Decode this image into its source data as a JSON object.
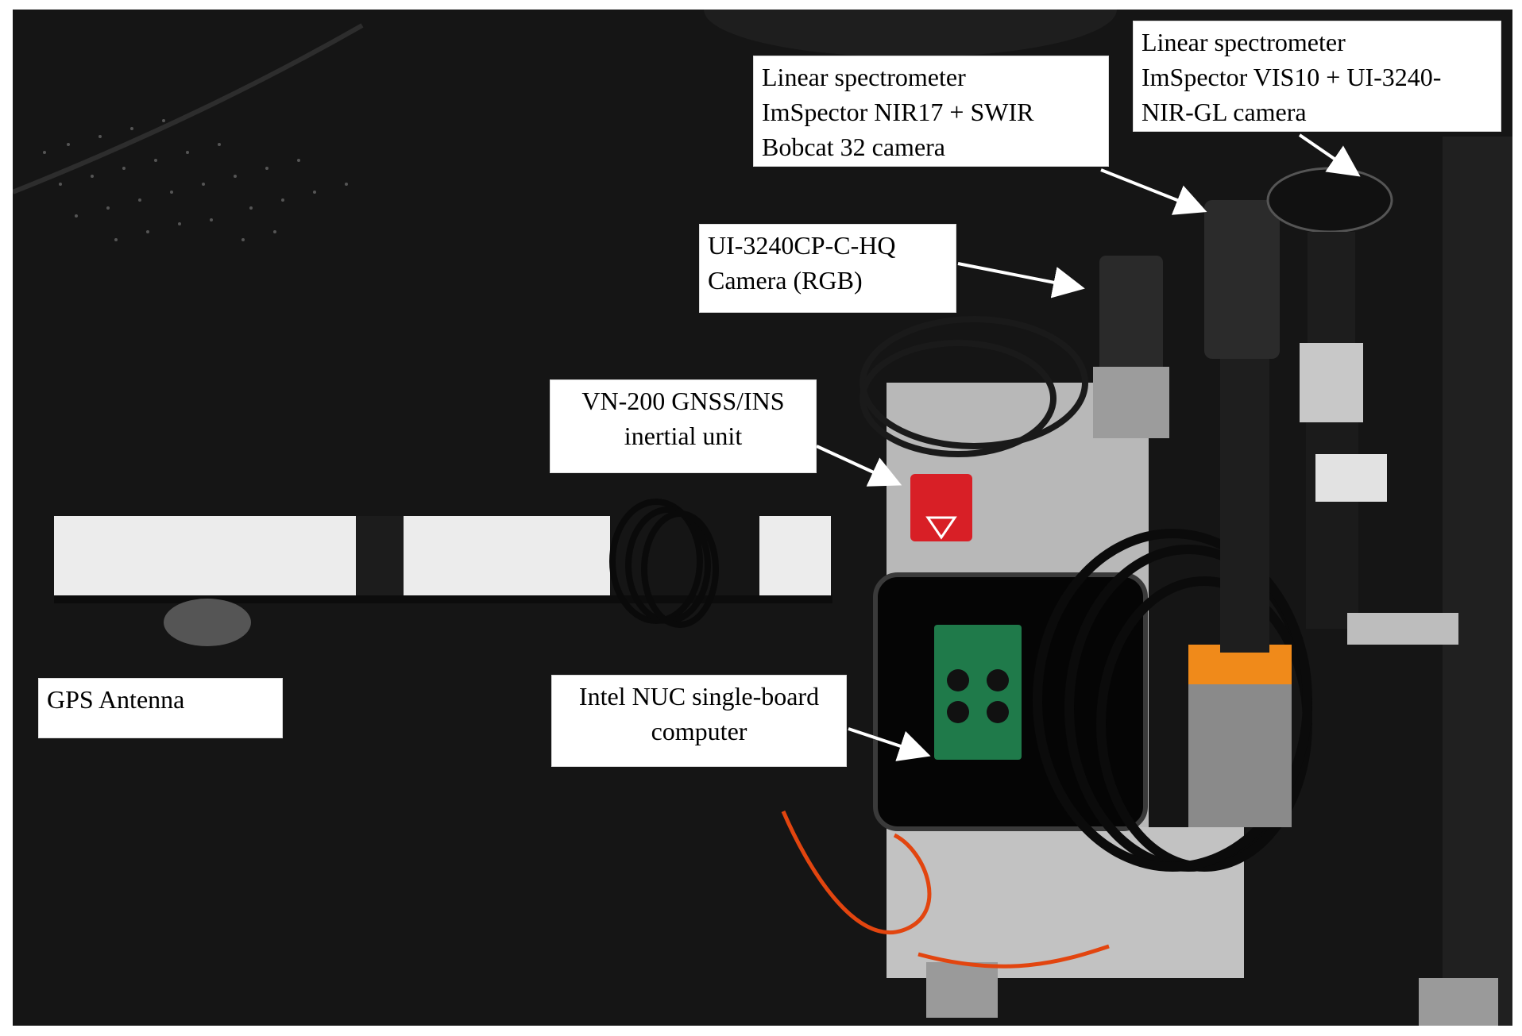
{
  "figure": {
    "description_colors": {
      "background": "#151515",
      "label_background": "#ffffff",
      "arrow": "#ffffff",
      "rail": "#e6e6e6",
      "board_green": "#1f7a4a",
      "cable_orange": "#e2450f",
      "heatsink_orange": "#f08a1a",
      "inertial_unit_red": "#d81f26"
    },
    "labels": {
      "vis10": "Linear spectrometer\nImSpector VIS10 + UI-3240-\nNIR-GL camera",
      "nir17": "Linear spectrometer\nImSpector NIR17 + SWIR\nBobcat 32 camera",
      "rgb": "UI-3240CP-C-HQ\nCamera (RGB)",
      "vn200": "VN-200 GNSS/INS\ninertial unit",
      "gps": "GPS Antenna",
      "nuc": "Intel NUC single-board\ncomputer"
    }
  }
}
